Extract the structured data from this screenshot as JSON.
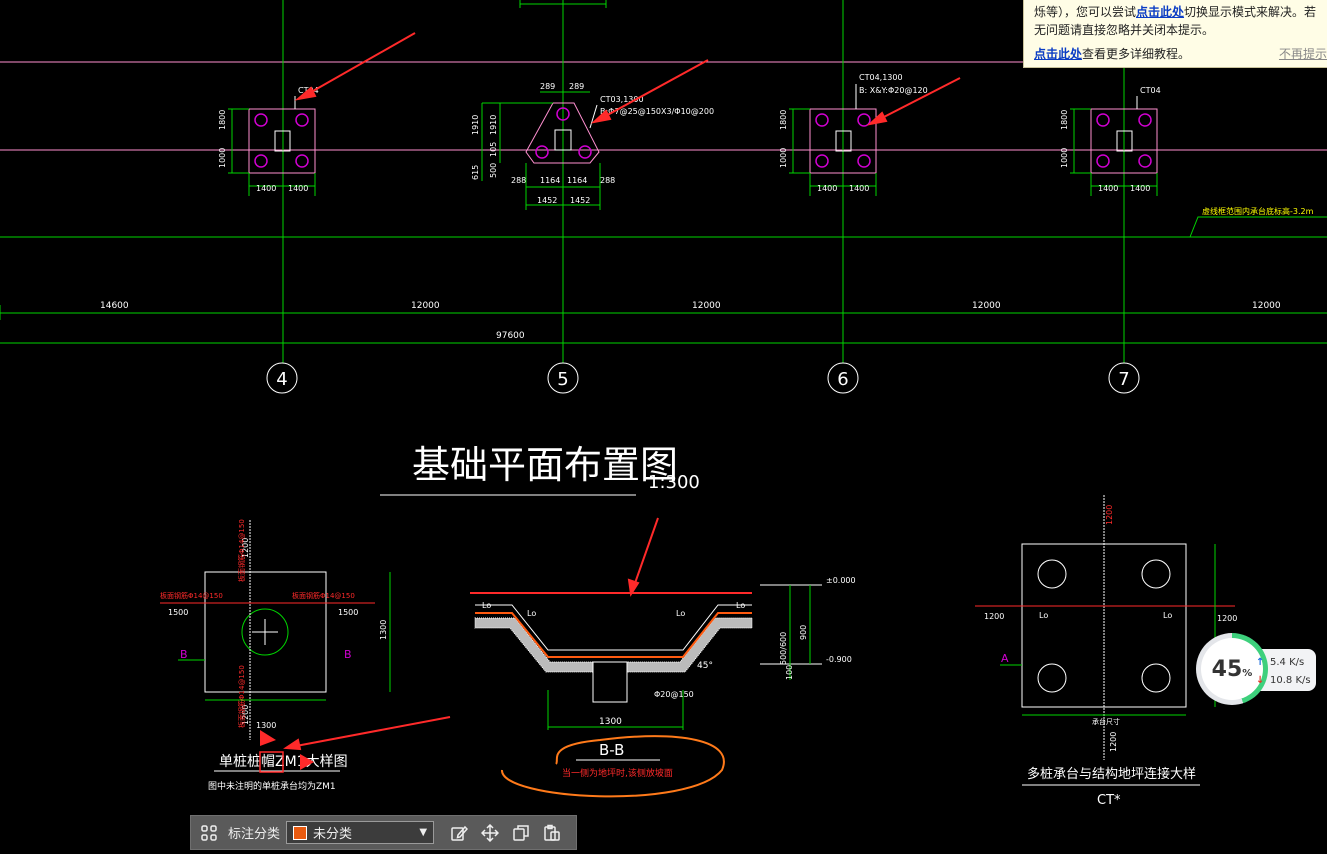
{
  "notice": {
    "line1_pre": "烁等），您可以尝试",
    "line1_link": "点击此处",
    "line1_post": "切换显示模式来解决。若",
    "line2": "无问题请直接忽略并关闭本提示。",
    "line3_link": "点击此处",
    "line3_post": "查看更多详细教程。",
    "dismiss": "不再提示"
  },
  "drawing": {
    "caps": {
      "c1": "CT04",
      "c2": "CT03,1300",
      "c2b": "B:Φ7@25@150X3/Φ10@200",
      "c3": "CT04,1300",
      "c3b": "B: X&Y:Φ20@120",
      "c4": "CT04"
    },
    "cap_dims": {
      "d1800": "1800",
      "d1000": "1000",
      "d1400": "1400",
      "d1910": "1910",
      "d105": "105",
      "d500": "500",
      "d615": "615",
      "d289": "289",
      "d288": "288",
      "d1164": "1164",
      "d1452": "1452"
    },
    "elev_note": "虚线框范围内承台底标高-3.2m",
    "spans": [
      "14600",
      "12000",
      "12000",
      "12000",
      "12000"
    ],
    "total": "97600",
    "axes": [
      "4",
      "5",
      "6",
      "7"
    ],
    "title": "基础平面布置图",
    "scale": "1:300",
    "detail1": {
      "dims": [
        "1200",
        "1500",
        "1500",
        "1300",
        "1200",
        "1300"
      ],
      "rebar": "板面钢筋Φ14@150",
      "sec": "B",
      "title": "单桩桩帽ZM1大样图",
      "note": "图中未注明的单桩承台均为ZM1"
    },
    "detail2": {
      "elev1": "±0.000",
      "elev2": "-0.900",
      "lo": "Lo",
      "dim1300": "1300",
      "dim900": "900",
      "dim500": "500/600",
      "dim100": "100",
      "angle": "45°",
      "rebar": "Φ20@150",
      "sec": "B-B",
      "note": "当一侧为地坪时,该侧放坡面"
    },
    "detail3": {
      "dims": [
        "1200",
        "1200",
        "1200",
        "1200"
      ],
      "lo": "Lo",
      "sec": "A",
      "title": "多桩承台与结构地坪连接大样",
      "sub": "CT*",
      "bottom": "承台尺寸"
    }
  },
  "net": {
    "percent": "45",
    "unit": "%",
    "up": "5.4 K/s",
    "down": "10.8 K/s",
    "level": 0.45
  },
  "toolbar": {
    "label": "标注分类",
    "selected": "未分类"
  },
  "colors": {
    "grid_green": "#00e000",
    "axis_pink": "#ff8fd0",
    "pile_magenta": "#d000d0",
    "annot_red": "#ff2a2a",
    "text_white": "#ffffff",
    "cad_yellow": "#ffff00",
    "swatch_orange": "#e85a10"
  }
}
